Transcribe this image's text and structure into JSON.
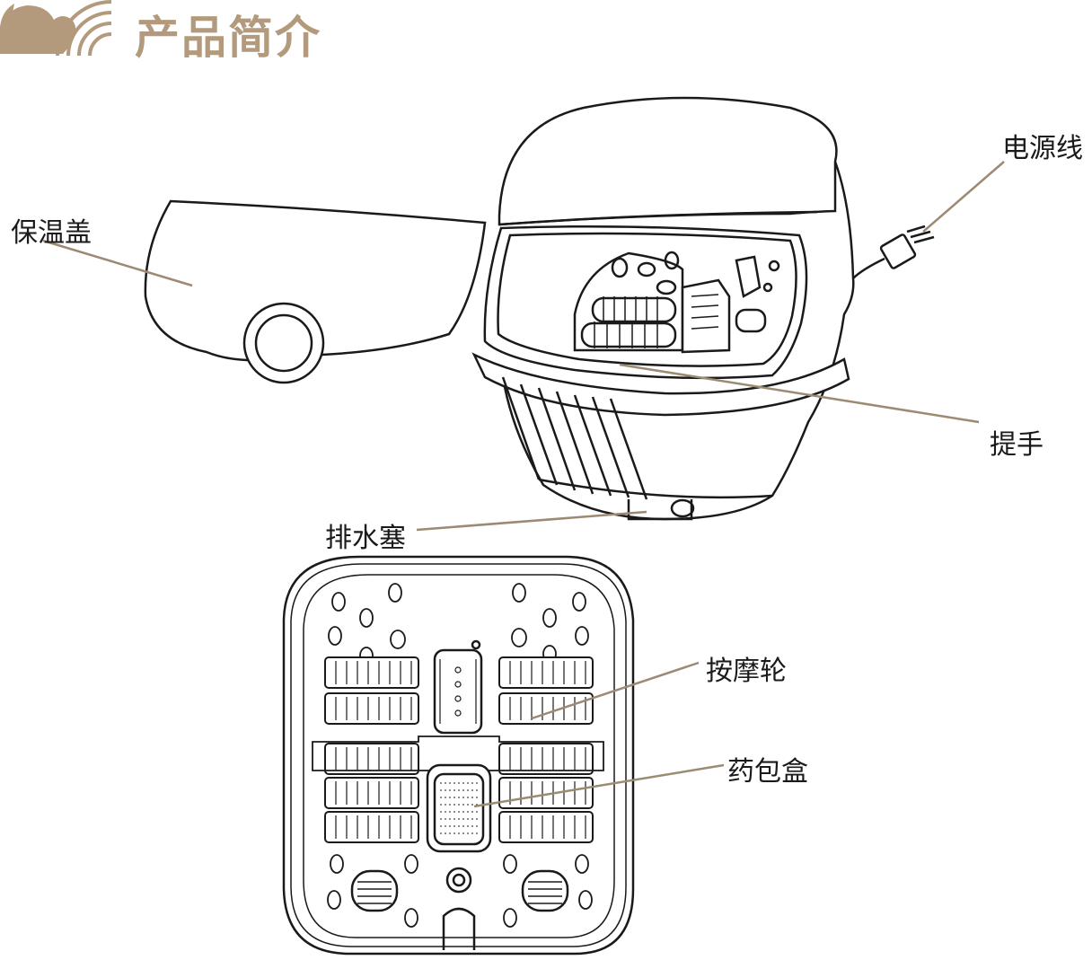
{
  "header": {
    "title": "产品简介",
    "logo_icon": "arc-rays-logo",
    "accent_color": "#b39a7c"
  },
  "labels": {
    "lid": "保温盖",
    "power_cord": "电源线",
    "handle": "提手",
    "drain_plug": "排水塞",
    "massage_rollers": "按摩轮",
    "herb_box": "药包盒"
  },
  "colors": {
    "leader_line": "#9c8a72",
    "outline": "#1a1a1a",
    "background": "#ffffff"
  }
}
